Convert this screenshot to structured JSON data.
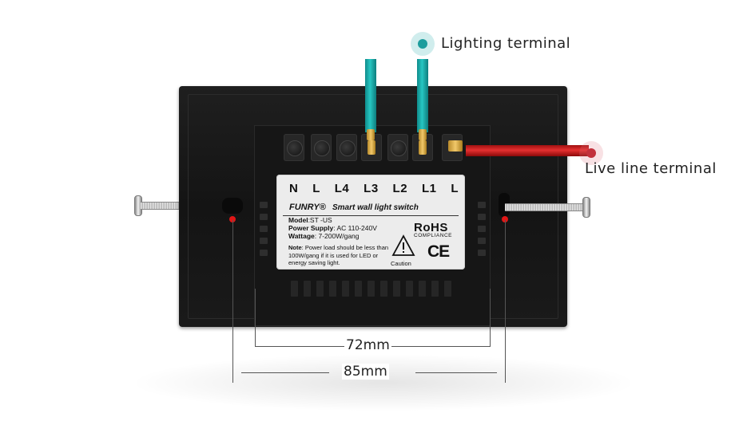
{
  "terminals": [
    "N",
    "L",
    "L4",
    "L3",
    "L2",
    "L1",
    "L"
  ],
  "label": {
    "brand": "FUNRY®",
    "tagline": "Smart wall light switch",
    "model_key": "Model",
    "model_value": ":ST -US",
    "power_key": "Power Supply",
    "power_value": ": AC 110-240V",
    "wattage_key": "Wattage",
    "wattage_value": ": 7-200W/gang",
    "note_key": "Note",
    "note_value": ": Power load should be less than 100W/gang if it is used for LED or energy saving light.",
    "rohs": "RoHS",
    "compliance": "COMPLIANCE",
    "ce": "CE",
    "caution": "Caution"
  },
  "callouts": {
    "lighting": "Lighting terminal",
    "live": "Live line terminal"
  },
  "dimensions": {
    "inner": "72mm",
    "outer": "85mm"
  },
  "colors": {
    "teal_wire": "#27c6c2",
    "red_wire": "#e53030",
    "dot_red": "#e01616"
  }
}
